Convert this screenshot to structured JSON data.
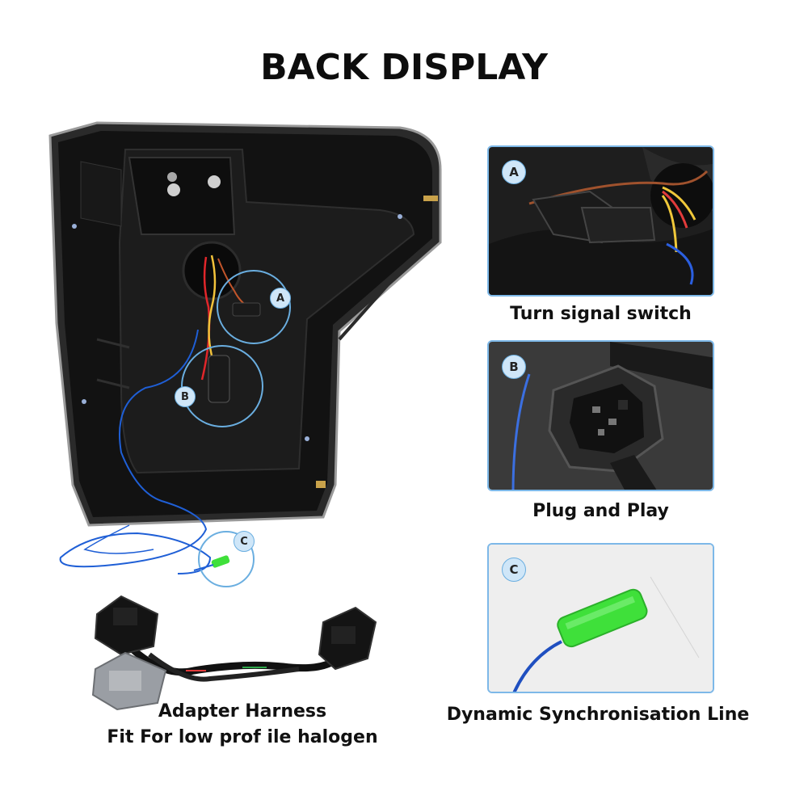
{
  "title": "BACK DISPLAY",
  "callouts": {
    "a": {
      "badge": "A",
      "caption": "Turn signal switch"
    },
    "b": {
      "badge": "B",
      "caption": "Plug and Play"
    },
    "c": {
      "badge": "C",
      "caption": "Dynamic Synchronisation Line"
    }
  },
  "harness": {
    "line1": "Adapter Harness",
    "line2": "Fit For low prof ile halogen"
  },
  "colors": {
    "badge_fill": "#cfe6f8",
    "badge_border": "#6aaee0",
    "frame_border": "#7db8e8",
    "wire_blue": "#1f5fd6",
    "sync_green": "#3fe03a"
  }
}
